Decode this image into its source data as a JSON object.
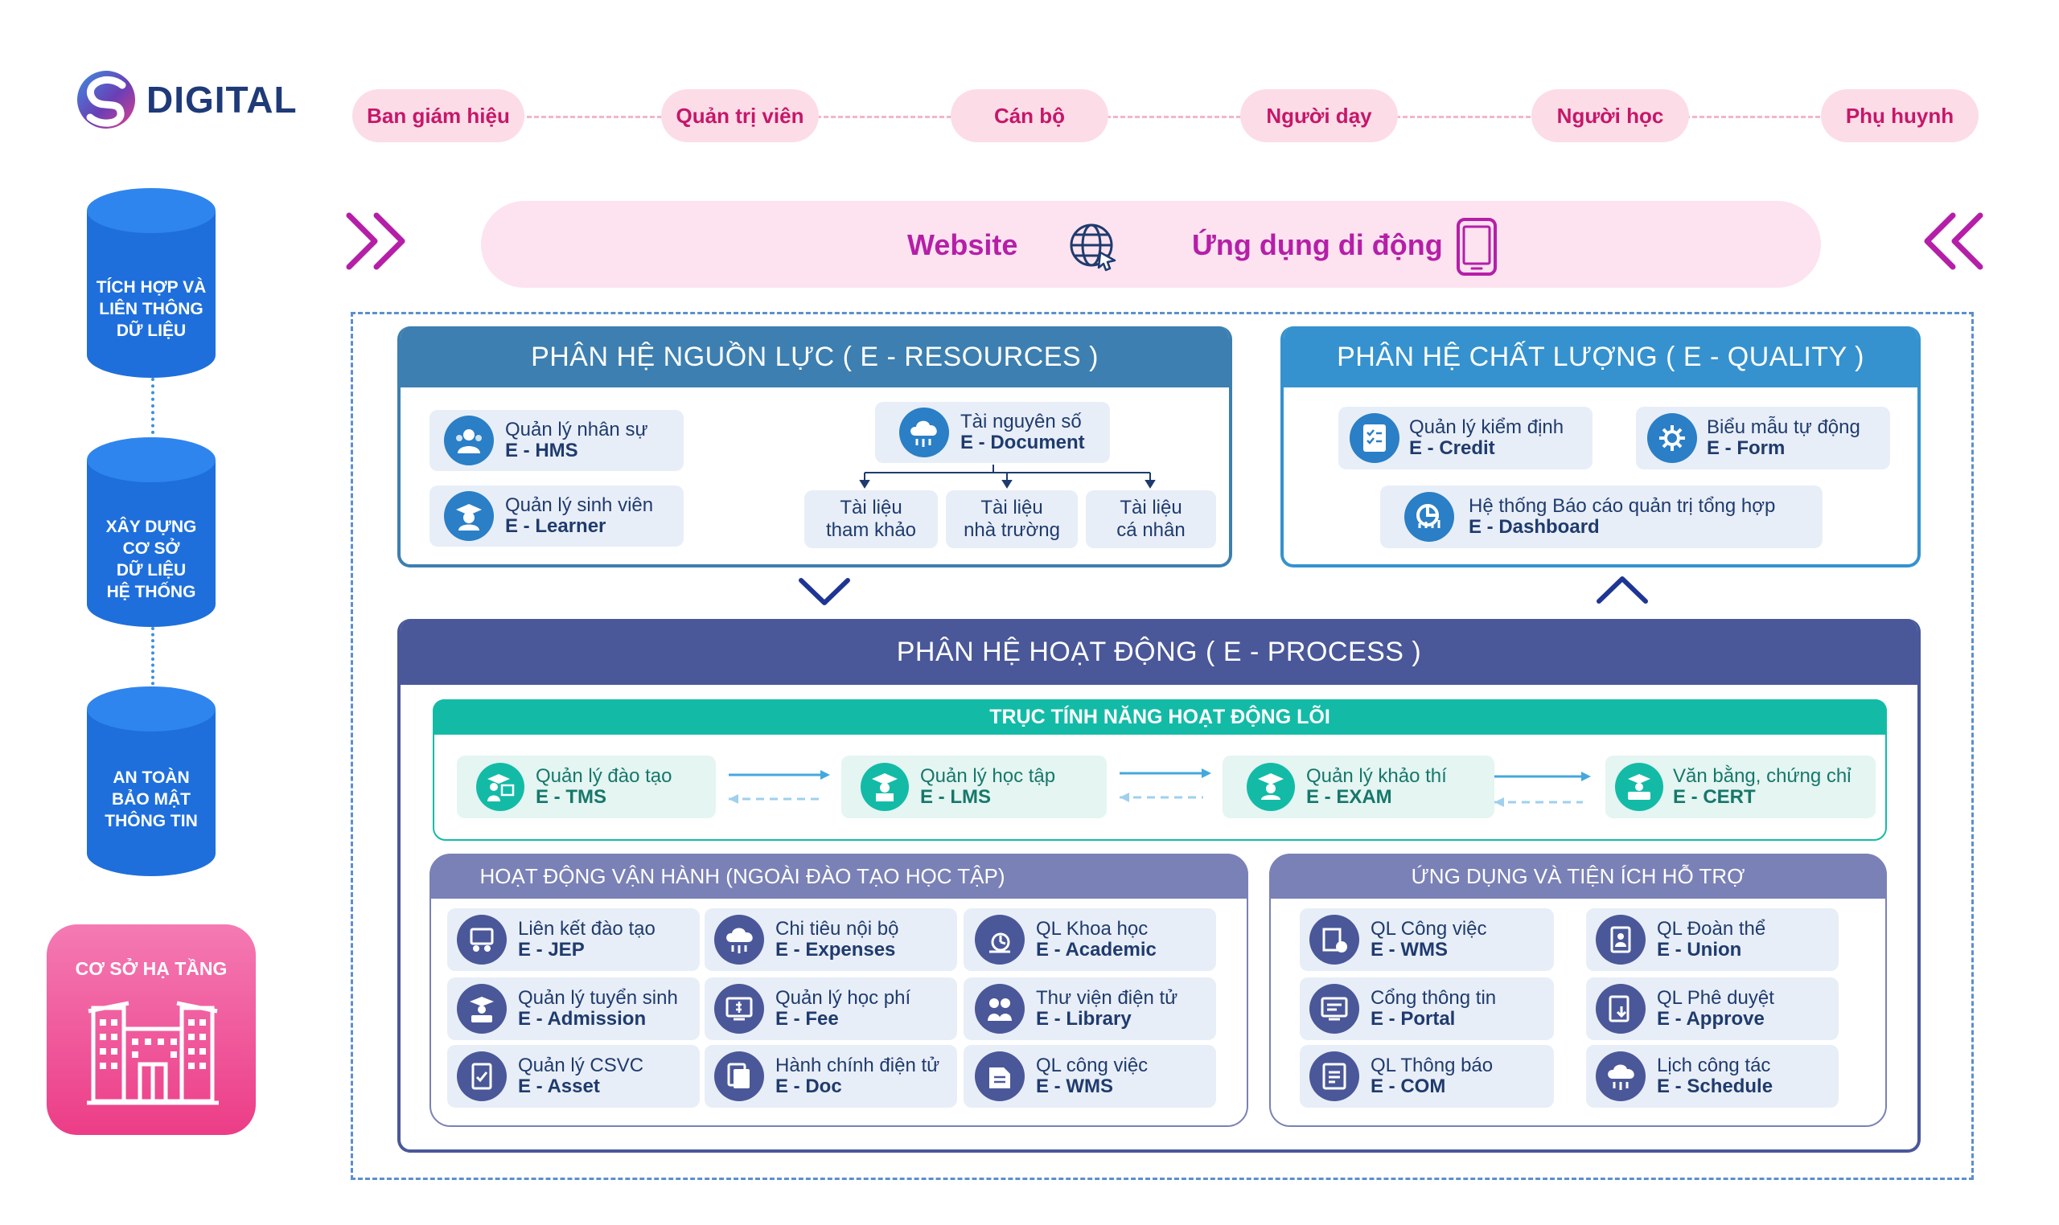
{
  "logo": {
    "text": "DIGITAL"
  },
  "roles": [
    "Ban giám hiệu",
    "Quản trị viên",
    "Cán bộ",
    "Người dạy",
    "Người học",
    "Phụ huynh"
  ],
  "pillars": [
    {
      "lines": [
        "TÍCH HỢP VÀ",
        "LIÊN THÔNG",
        "DỮ LIỆU"
      ]
    },
    {
      "lines": [
        "XÂY DỰNG",
        "CƠ SỞ",
        "DỮ LIỆU",
        "HỆ THỐNG"
      ]
    },
    {
      "lines": [
        "AN TOÀN",
        "BẢO MẬT",
        "THÔNG TIN"
      ]
    }
  ],
  "infrastructure": {
    "title": "CƠ SỞ HẠ TẦNG"
  },
  "channels": {
    "website": "Website",
    "mobile": "Ứng dụng di động"
  },
  "resources": {
    "title": "PHÂN HỆ NGUỒN LỰC ( E - RESOURCES )",
    "modules": [
      {
        "name": "Quản lý nhân sự",
        "code": "E - HMS"
      },
      {
        "name": "Quản lý sinh viên",
        "code": "E - Learner"
      },
      {
        "name": "Tài nguyên số",
        "code": "E - Document"
      }
    ],
    "documents": [
      {
        "l1": "Tài liệu",
        "l2": "tham khảo"
      },
      {
        "l1": "Tài liệu",
        "l2": "nhà trường"
      },
      {
        "l1": "Tài liệu",
        "l2": "cá nhân"
      }
    ]
  },
  "quality": {
    "title": "PHÂN HỆ CHẤT LƯỢNG ( E - QUALITY )",
    "modules": [
      {
        "name": "Quản lý kiểm định",
        "code": "E - Credit"
      },
      {
        "name": "Biểu mẫu tự động",
        "code": "E - Form"
      },
      {
        "name": "Hệ thống Báo cáo quản trị tổng hợp",
        "code": "E - Dashboard"
      }
    ]
  },
  "process": {
    "title": "PHÂN HỆ HOẠT ĐỘNG ( E - PROCESS )",
    "core_title": "TRỤC TÍNH NĂNG HOẠT ĐỘNG LÕI",
    "core": [
      {
        "name": "Quản lý đào tạo",
        "code": "E - TMS"
      },
      {
        "name": "Quản lý học tập",
        "code": "E - LMS"
      },
      {
        "name": "Quản lý khảo thí",
        "code": "E - EXAM"
      },
      {
        "name": "Văn bằng, chứng chỉ",
        "code": "E - CERT"
      }
    ],
    "ops_title": "HOẠT ĐỘNG VẬN HÀNH (NGOÀI ĐÀO TẠO HỌC TẬP)",
    "ops": [
      {
        "name": "Liên kết đào tạo",
        "code": "E - JEP"
      },
      {
        "name": "Chi tiêu nội bộ",
        "code": "E - Expenses"
      },
      {
        "name": "QL Khoa học",
        "code": "E - Academic"
      },
      {
        "name": "Quản lý tuyển sinh",
        "code": "E - Admission"
      },
      {
        "name": "Quản lý học phí",
        "code": "E - Fee"
      },
      {
        "name": "Thư viện điện tử",
        "code": "E - Library"
      },
      {
        "name": "Quản lý CSVC",
        "code": "E - Asset"
      },
      {
        "name": "Hành chính điện tử",
        "code": "E - Doc"
      },
      {
        "name": "QL công việc",
        "code": "E - WMS"
      }
    ],
    "util_title": "ỨNG DỤNG VÀ TIỆN ÍCH HỖ TRỢ",
    "utils": [
      {
        "name": "QL Công việc",
        "code": "E - WMS"
      },
      {
        "name": "QL Đoàn thể",
        "code": "E - Union"
      },
      {
        "name": "Cổng thông tin",
        "code": "E - Portal"
      },
      {
        "name": "QL Phê duyệt",
        "code": "E - Approve"
      },
      {
        "name": "QL Thông báo",
        "code": "E - COM"
      },
      {
        "name": "Lịch công tác",
        "code": "E - Schedule"
      }
    ]
  },
  "colors": {
    "navy": "#1e3a78",
    "pink": "#c6176a",
    "magenta": "#b51fa8",
    "resources": "#3d7fb0",
    "quality": "#3592cf",
    "process": "#4a5899",
    "teal": "#13bba7",
    "lavender": "#7a81b6"
  },
  "icons": [
    "logo-swirl-icon",
    "globe-icon",
    "smartphone-icon",
    "chevron-right-double-icon",
    "chevron-left-double-icon",
    "chevron-down-icon",
    "chevron-up-icon",
    "building-icon"
  ]
}
